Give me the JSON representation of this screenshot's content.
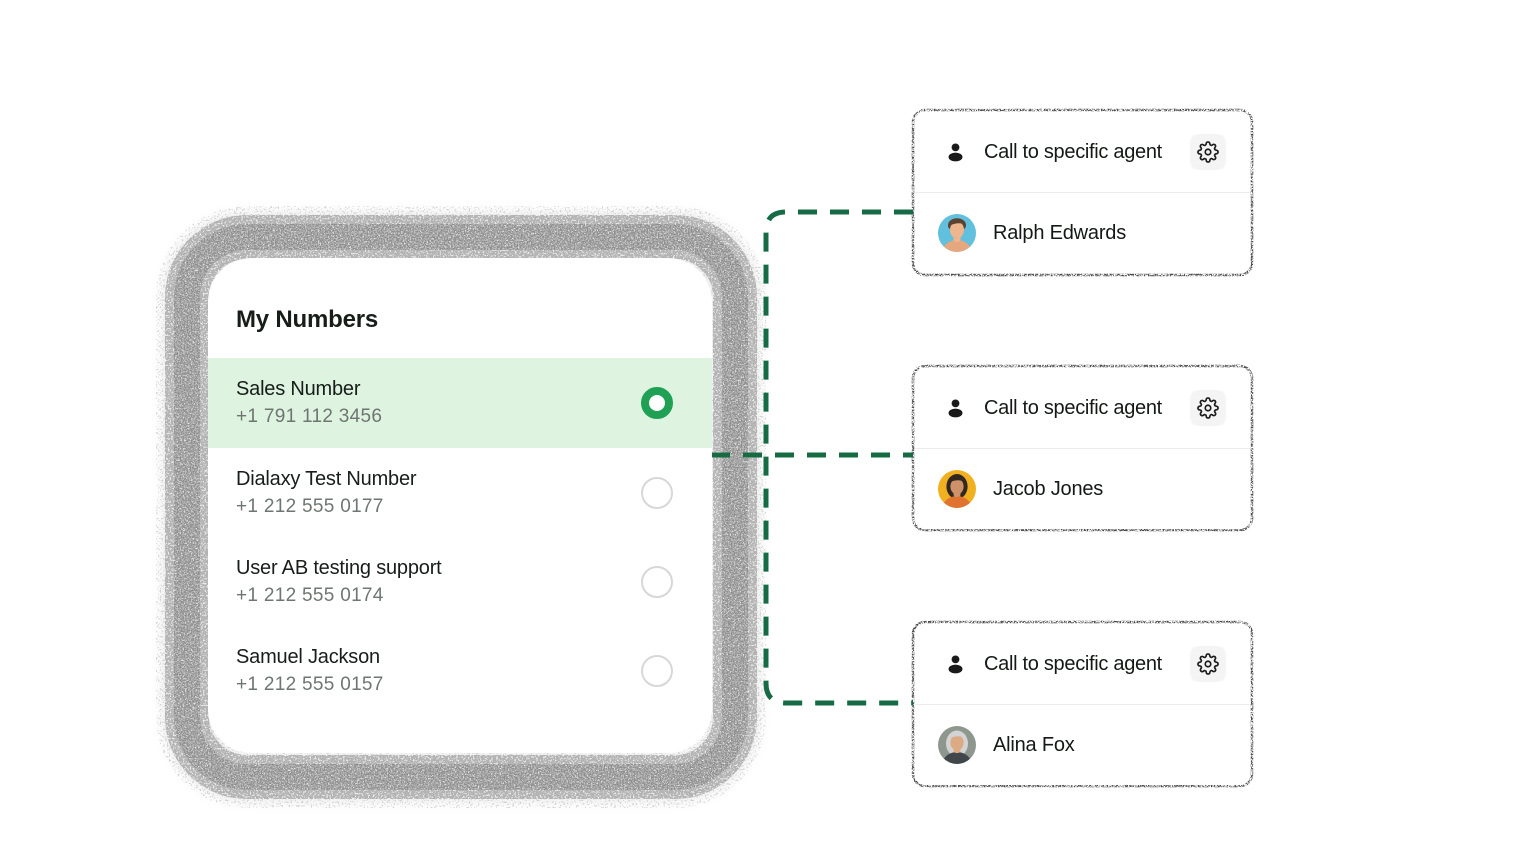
{
  "panel": {
    "title": "My Numbers",
    "numbers": [
      {
        "name": "Sales Number",
        "phone": "+1 791 112 3456",
        "selected": true
      },
      {
        "name": "Dialaxy Test Number",
        "phone": "+1 212 555 0177",
        "selected": false
      },
      {
        "name": "User AB testing support",
        "phone": "+1 212 555 0174",
        "selected": false
      },
      {
        "name": "Samuel Jackson",
        "phone": "+1 212 555 0157",
        "selected": false
      }
    ]
  },
  "cards": [
    {
      "header": "Call to specific agent",
      "agent": "Ralph Edwards",
      "avatar": {
        "bg": "#60c0dd",
        "hair": "#5b4331",
        "skin": "#eeb68e",
        "shirt": "#e5a87e"
      }
    },
    {
      "header": "Call to specific agent",
      "agent": "Jacob Jones",
      "avatar": {
        "bg": "#f0b01f",
        "hair": "#322721",
        "skin": "#cf9168",
        "shirt": "#e0732f"
      }
    },
    {
      "header": "Call to specific agent",
      "agent": "Alina Fox",
      "avatar": {
        "bg": "#8e978e",
        "hair": "#d3d3d3",
        "skin": "#dcaa83",
        "shirt": "#41464a"
      }
    }
  ],
  "icons": {
    "header_icon": "person-icon",
    "settings_icon": "gear-icon",
    "radio_selected": "radio-on-icon",
    "radio_unselected": "radio-off-icon"
  },
  "colors": {
    "selected_row_bg": "#def3e0",
    "radio_selected": "#1fa054",
    "connector": "#166b45",
    "phone_text": "#6e7671",
    "grain_frame": "#a5a5a5"
  }
}
